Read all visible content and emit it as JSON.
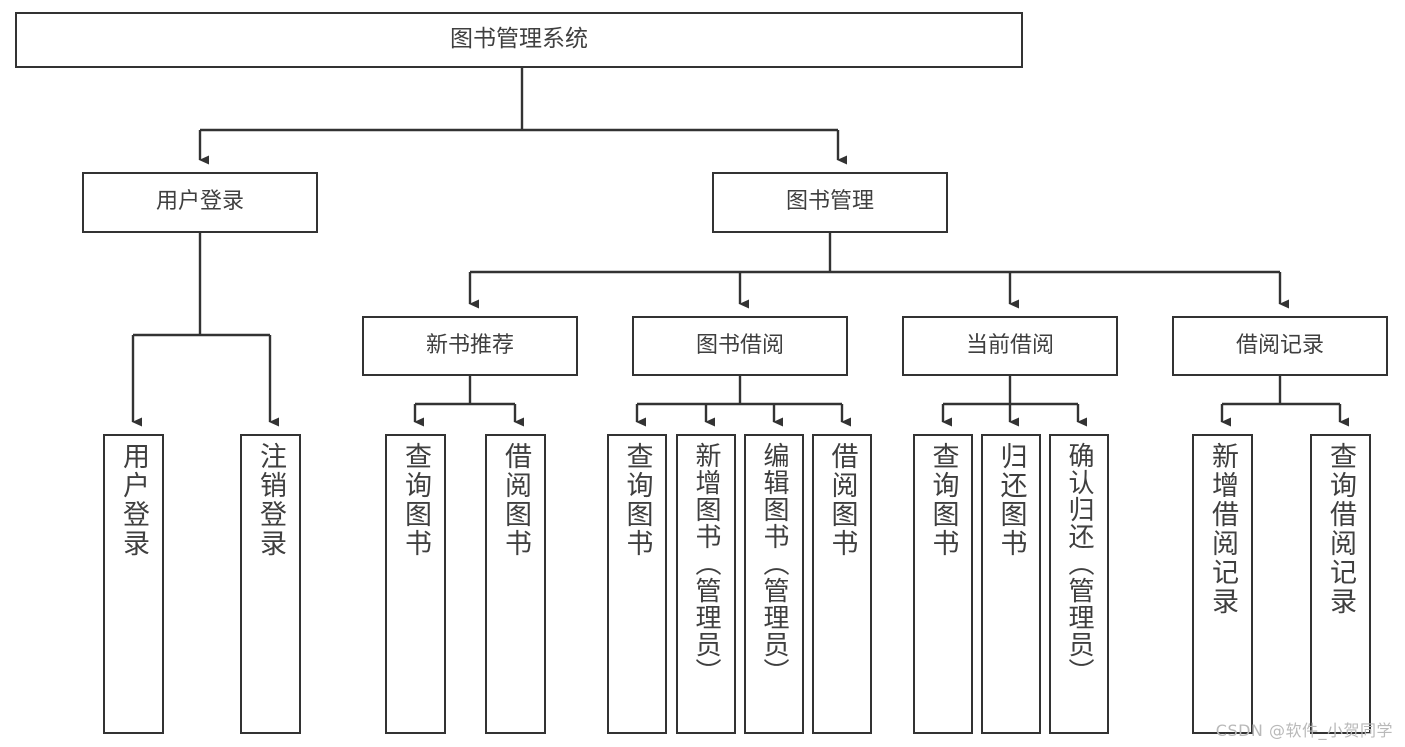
{
  "diagram": {
    "type": "tree",
    "title": "图书管理系统",
    "watermark": "CSDN @软件_小贺同学",
    "root": {
      "label": "图书管理系统"
    },
    "level2": [
      {
        "label": "用户登录"
      },
      {
        "label": "图书管理"
      }
    ],
    "level3": [
      {
        "label": "新书推荐"
      },
      {
        "label": "图书借阅"
      },
      {
        "label": "当前借阅"
      },
      {
        "label": "借阅记录"
      }
    ],
    "leaves": {
      "user_login": [
        {
          "label": "用户登录"
        },
        {
          "label": "注销登录"
        }
      ],
      "new_book_recommend": [
        {
          "label": "查询图书"
        },
        {
          "label": "借阅图书"
        }
      ],
      "book_borrow": [
        {
          "label": "查询图书"
        },
        {
          "label": "新增图书（管理员）"
        },
        {
          "label": "编辑图书（管理员）"
        },
        {
          "label": "借阅图书"
        }
      ],
      "current_borrow": [
        {
          "label": "查询图书"
        },
        {
          "label": "归还图书"
        },
        {
          "label": "确认归还（管理员）"
        }
      ],
      "borrow_record": [
        {
          "label": "新增借阅记录"
        },
        {
          "label": "查询借阅记录"
        }
      ]
    },
    "colors": {
      "stroke": "#333333",
      "text": "#3f3f3f",
      "background": "#ffffff",
      "watermark": "#b9b9b9"
    }
  }
}
